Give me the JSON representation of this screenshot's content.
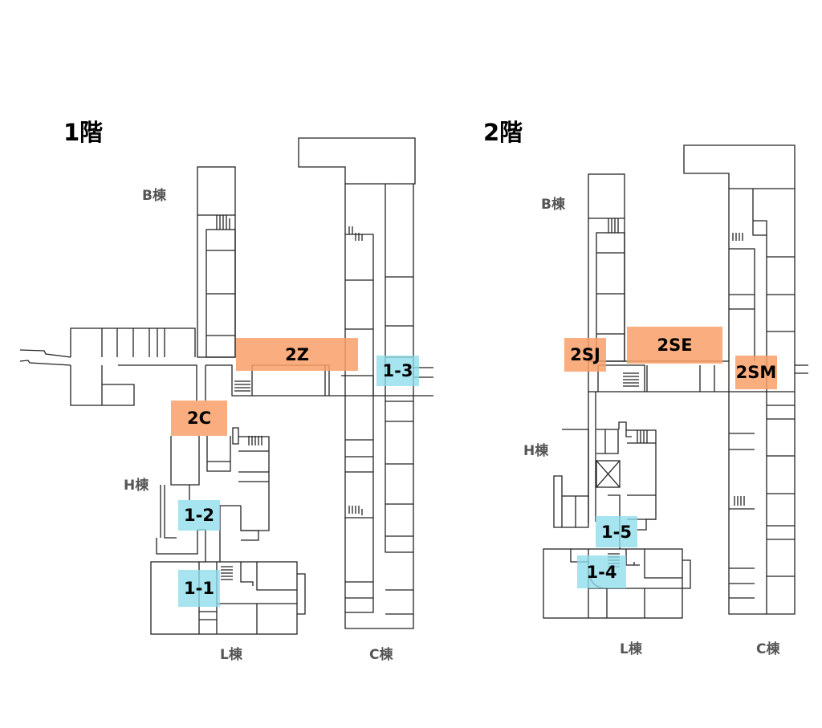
{
  "colors": {
    "orange": "#f9a069",
    "cyan": "#8dddeb"
  },
  "floor1": {
    "title": "1階",
    "buildings": {
      "b": "B棟",
      "h": "H棟",
      "l": "L棟",
      "c": "C棟"
    },
    "zones": {
      "z2z": "2Z",
      "z2c": "2C",
      "z13": "1-3",
      "z12": "1-2",
      "z11": "1-1"
    }
  },
  "floor2": {
    "title": "2階",
    "buildings": {
      "b": "B棟",
      "h": "H棟",
      "l": "L棟",
      "c": "C棟"
    },
    "zones": {
      "z2sj": "2SJ",
      "z2se": "2SE",
      "z2sm": "2SM",
      "z15": "1-5",
      "z14": "1-4"
    }
  }
}
